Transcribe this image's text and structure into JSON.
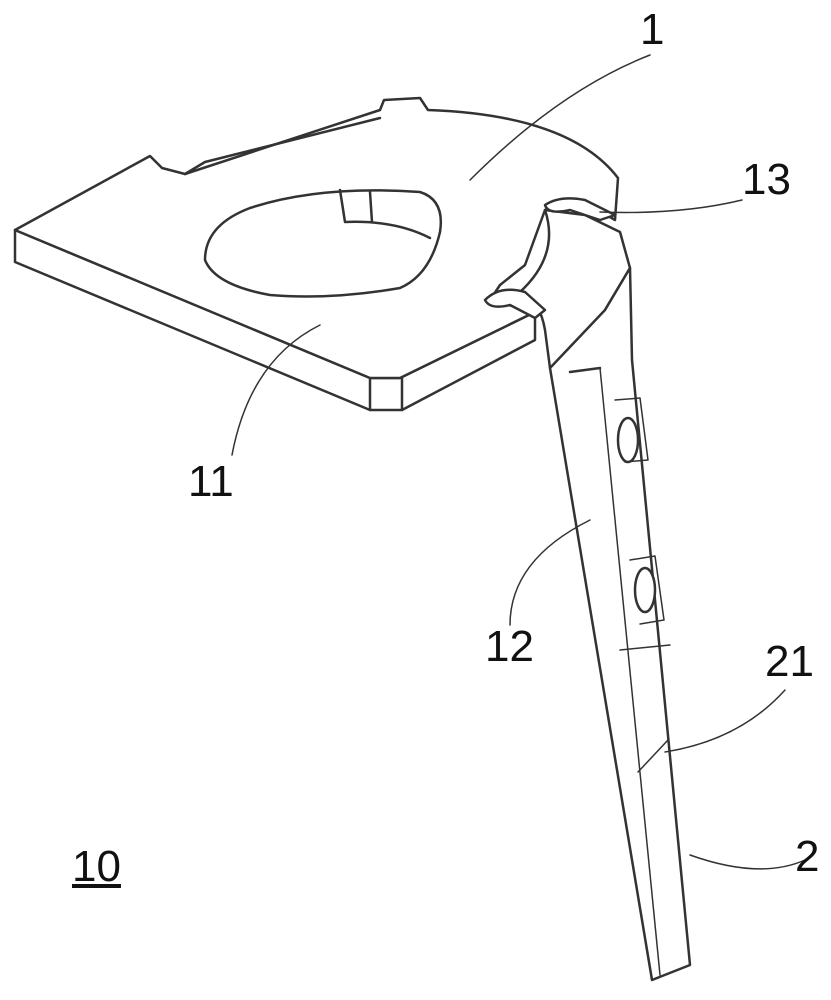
{
  "figure": {
    "labels": {
      "part_1": "1",
      "part_13": "13",
      "part_11": "11",
      "part_12": "12",
      "part_21": "21",
      "part_2": "2",
      "assembly_10": "10"
    },
    "line_color": "#333333",
    "fill_color": "#ffffff"
  }
}
